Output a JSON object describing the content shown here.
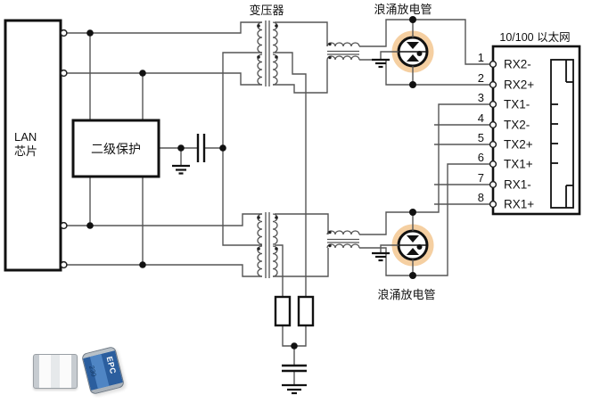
{
  "labels": {
    "transformer": "变压器",
    "surge_top": "浪涌放电管",
    "surge_bottom": "浪涌放电管",
    "lan_line1": "LAN",
    "lan_line2": "芯片",
    "secondary_protection": "二级保护",
    "connector_title": "10/100 以太网"
  },
  "connector": {
    "pins": [
      {
        "number": "1",
        "label": "RX2-"
      },
      {
        "number": "2",
        "label": "RX2+"
      },
      {
        "number": "3",
        "label": "TX1-"
      },
      {
        "number": "4",
        "label": "TX2-"
      },
      {
        "number": "5",
        "label": "TX2+"
      },
      {
        "number": "6",
        "label": "TX1+"
      },
      {
        "number": "7",
        "label": "RX1-"
      },
      {
        "number": "8",
        "label": "RX1+"
      }
    ]
  },
  "photos": {
    "can_brand": "EPC",
    "can_code": "230"
  },
  "colors": {
    "wire": "#555555",
    "symbol": "#111111",
    "surge_halo": "#F5CFA1",
    "can_blue": "#2B5E9E"
  }
}
